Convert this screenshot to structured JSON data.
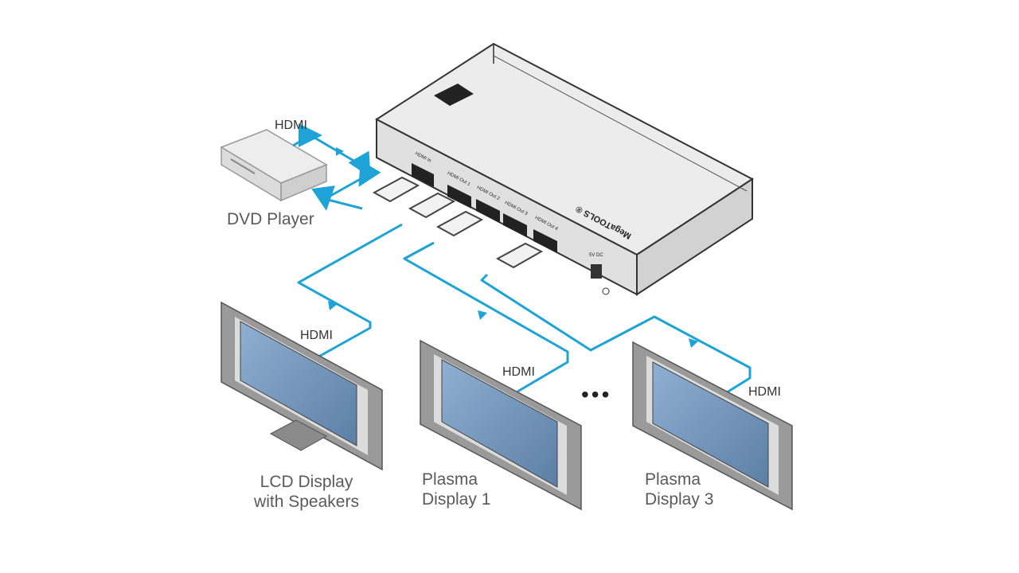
{
  "devices": {
    "source": "DVD Player",
    "sink_1": [
      "LCD Display",
      "with Speakers"
    ],
    "sink_2": [
      "Plasma",
      "Display 1"
    ],
    "sink_3": [
      "Plasma",
      "Display 3"
    ]
  },
  "cable_label": "HDMI",
  "ports": {
    "in": "HDMI In",
    "out_1": "HDMI Out 1",
    "out_2": "HDMI Out 2",
    "out_3": "HDMI Out 3",
    "out_4": "HDMI Out 4",
    "power": "5V DC"
  },
  "brand": "MegaTOOLS ®",
  "ellipsis": "•••",
  "colors": {
    "cable": "#1ea3d6",
    "housing": "#e2e2e2",
    "screen": "#6b8fb5",
    "bezel": "#9a9a9a"
  }
}
